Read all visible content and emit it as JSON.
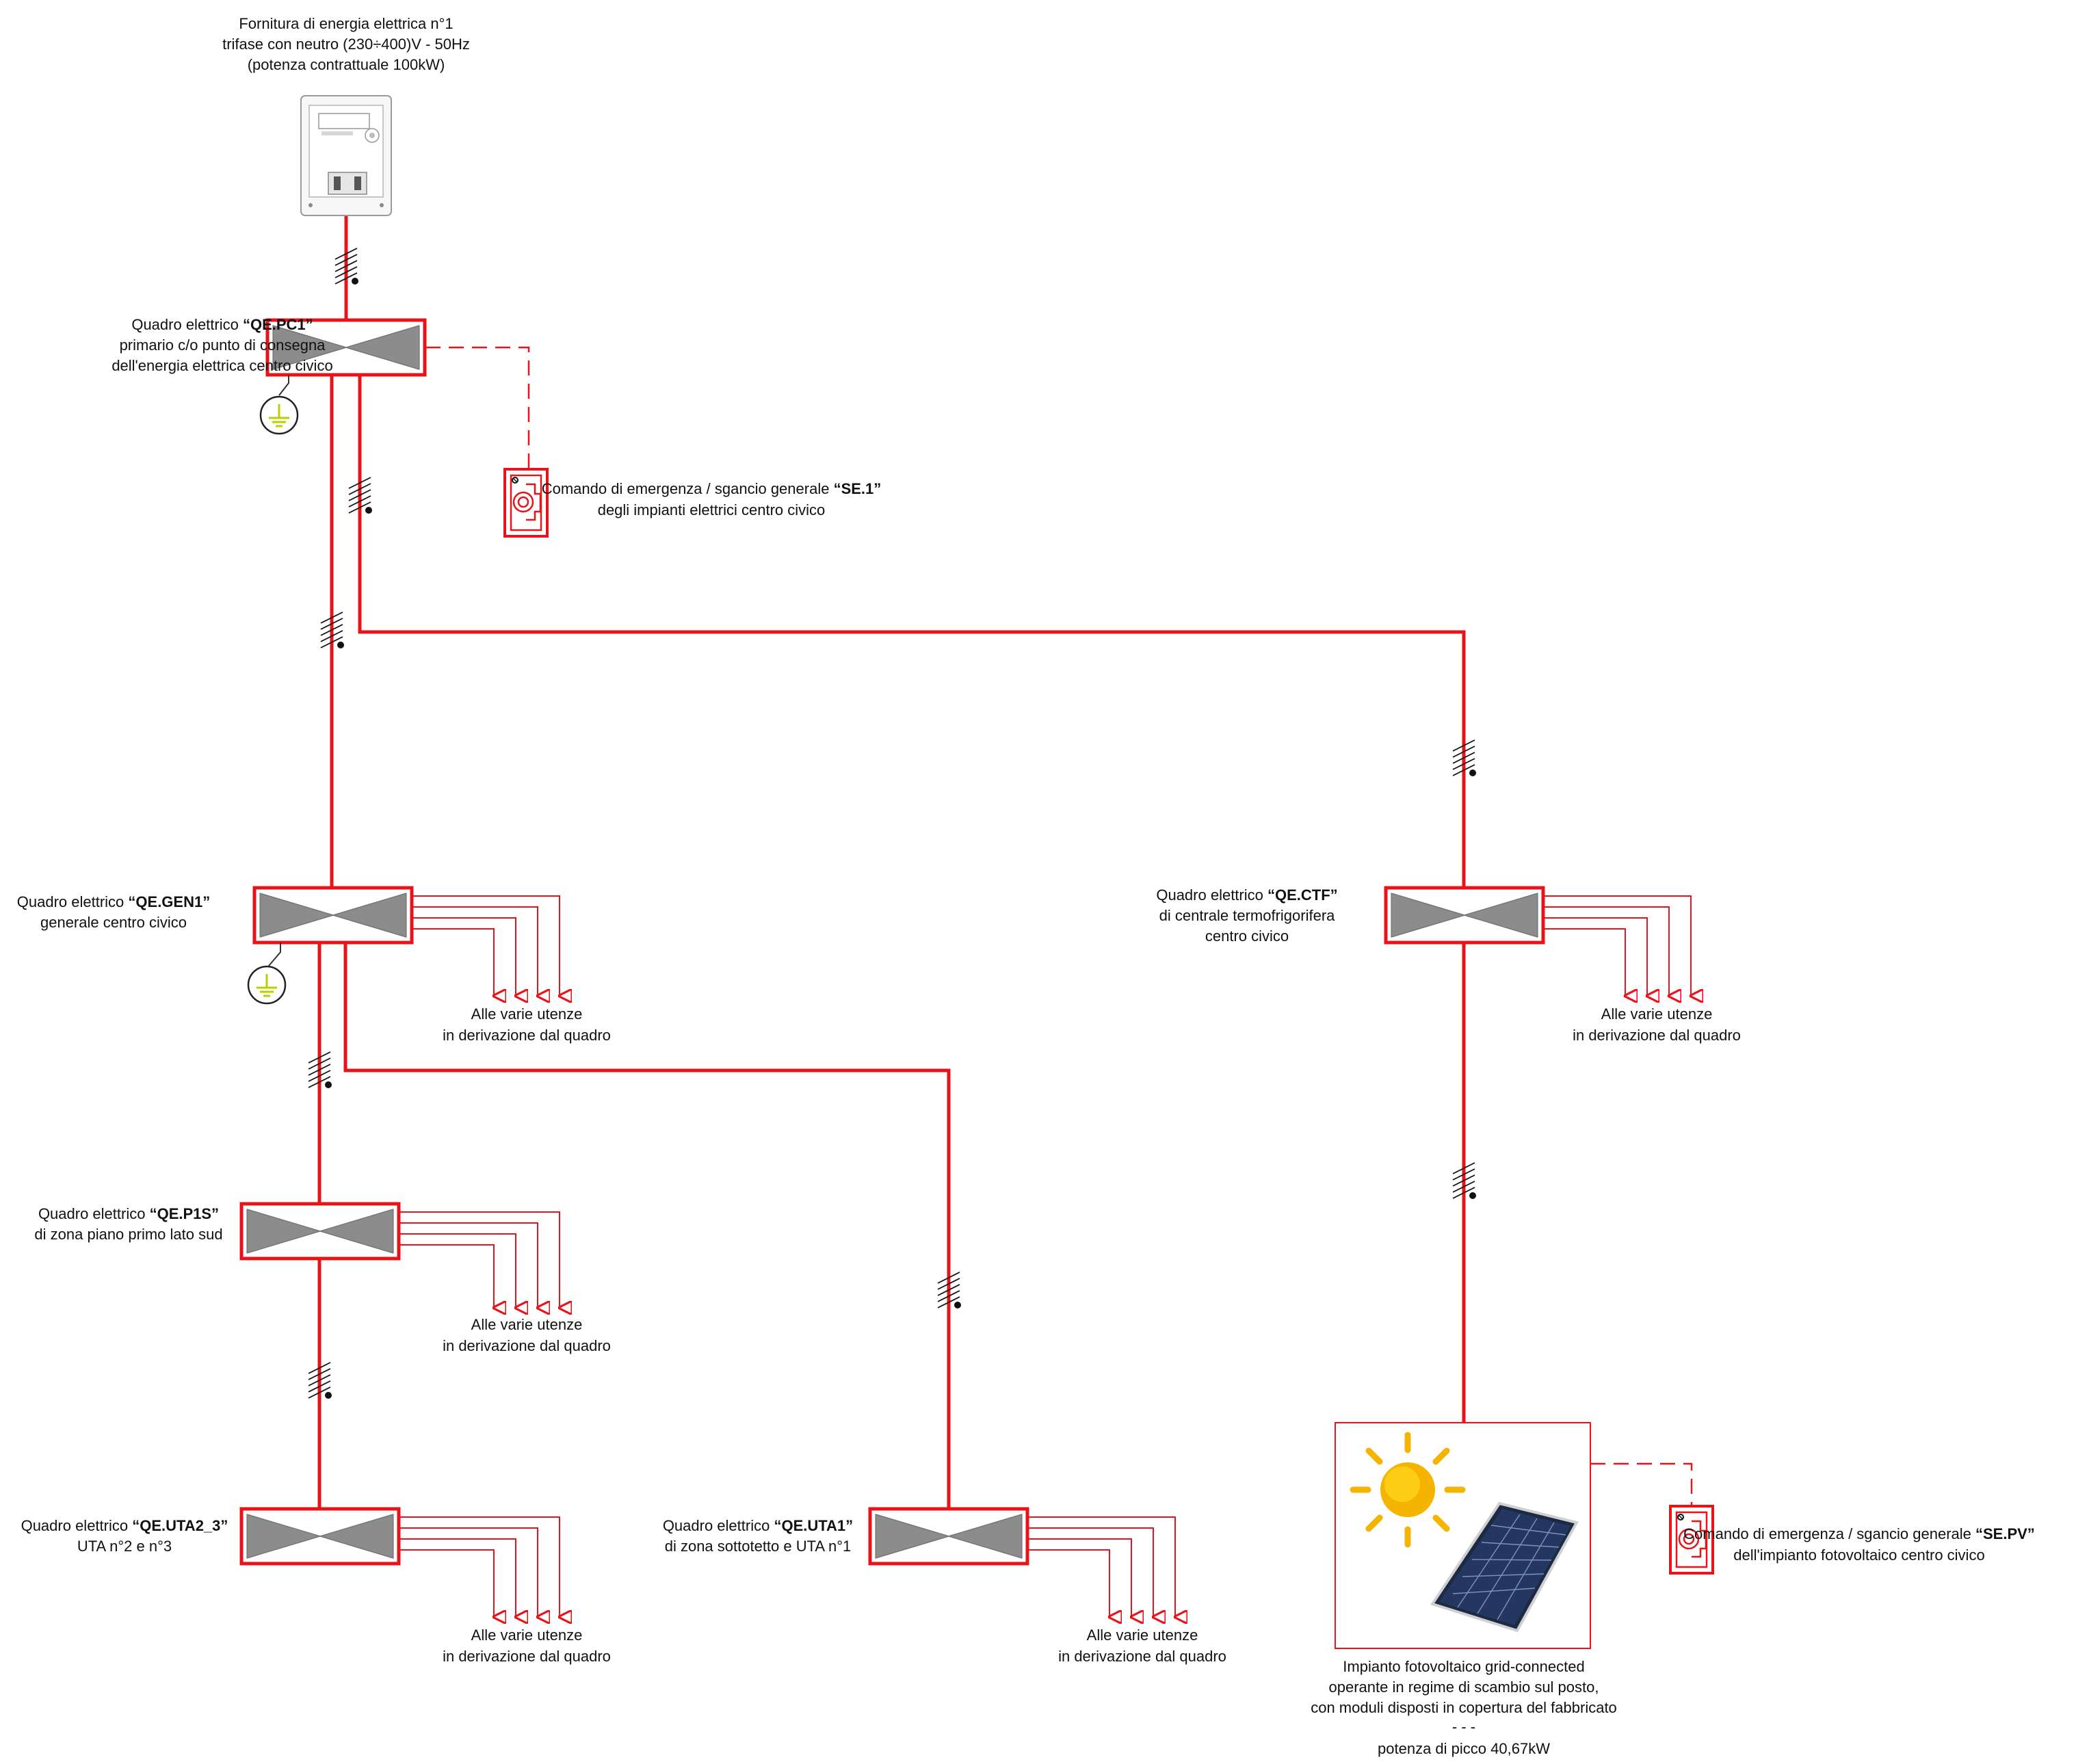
{
  "supply": {
    "line1": "Fornitura di energia elettrica n°1",
    "line2": "trifase con neutro (230÷400)V - 50Hz",
    "line3": "(potenza contrattuale 100kW)"
  },
  "panels": {
    "pc1": {
      "prefix": "Quadro elettrico ",
      "code": "“QE.PC1”",
      "line2": "primario c/o punto di consegna",
      "line3": "dell'energia elettrica centro civico"
    },
    "gen1": {
      "prefix": "Quadro elettrico ",
      "code": "“QE.GEN1”",
      "line2": "generale centro civico"
    },
    "ctf": {
      "prefix": "Quadro elettrico ",
      "code": "“QE.CTF”",
      "line2": "di centrale termofrigorifera",
      "line3": "centro civico"
    },
    "p1s": {
      "prefix": "Quadro elettrico ",
      "code": "“QE.P1S”",
      "line2": "di zona piano primo lato sud"
    },
    "uta23": {
      "prefix": "Quadro elettrico ",
      "code": "“QE.UTA2_3”",
      "line2": "UTA n°2 e n°3"
    },
    "uta1": {
      "prefix": "Quadro elettrico ",
      "code": "“QE.UTA1”",
      "line2": "di zona sottotetto e UTA n°1"
    }
  },
  "emergency": {
    "se1": {
      "prefix": "Comando di emergenza / sgancio generale ",
      "code": "“SE.1”",
      "line2": "degli impianti elettrici centro civico"
    },
    "sepv": {
      "prefix": "Comando di emergenza / sgancio generale ",
      "code": "“SE.PV”",
      "line2": "dell'impianto fotovoltaico centro civico"
    }
  },
  "branch_label": {
    "line1": "Alle varie utenze",
    "line2": "in derivazione dal quadro"
  },
  "pv": {
    "line1": "Impianto fotovoltaico grid-connected",
    "line2": "operante in regime di scambio sul posto,",
    "line3": "con moduli disposti in copertura del fabbricato",
    "line4": "- - -",
    "line5": "potenza di picco 40,67kW"
  },
  "icons": [
    "energy-meter-icon",
    "ground-symbol-icon",
    "emergency-button-icon",
    "sun-icon",
    "solar-panel-icon",
    "arrow-down-icon"
  ],
  "colors": {
    "wire": "#e8141a",
    "panel_fill": "#8c8c8c",
    "text": "#111111",
    "sun": "#f5b400",
    "ground": "#c5d800"
  }
}
